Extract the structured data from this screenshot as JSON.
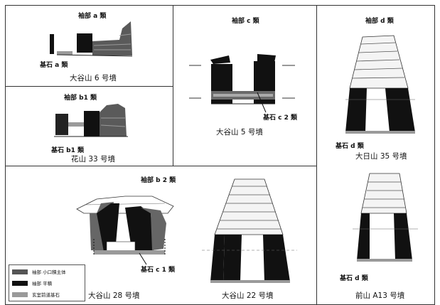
{
  "panels": {
    "a": {
      "type_label": "袖部 a 類",
      "stone_label": "基石 a 類",
      "caption": "大谷山 6 号墳"
    },
    "b1": {
      "type_label": "袖部 b1 類",
      "stone_label": "基石 b1 類",
      "caption": "花山 33 号墳"
    },
    "c": {
      "type_label": "袖部 c 類",
      "stone_label": "基石 c 2 類",
      "caption": "大谷山 5 号墳"
    },
    "d": {
      "type_label": "袖部 d 類",
      "stone_label": "基石 d 類",
      "caption": "大日山 35 号墳"
    },
    "b2": {
      "type_label": "袖部 b 2 類",
      "stone_label": "基石 c 1 類",
      "caption": "大谷山 28 号墳"
    },
    "oy22": {
      "caption": "大谷山 22 号墳"
    },
    "mae": {
      "stone_label": "基石 d 類",
      "caption": "前山 A13 号墳"
    }
  },
  "legend": {
    "items": [
      {
        "label": "袖部 小口積主体",
        "color": "#555555"
      },
      {
        "label": "袖部 平積",
        "color": "#111111"
      },
      {
        "label": "玄室前道基石",
        "color": "#9a9a9a"
      }
    ]
  }
}
